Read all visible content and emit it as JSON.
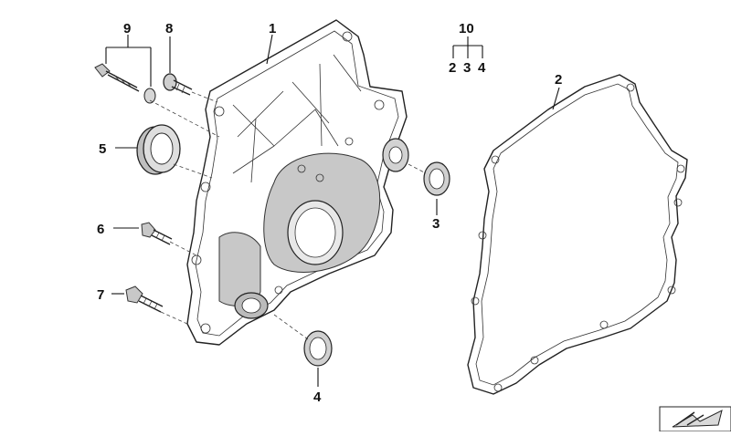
{
  "callouts": {
    "c1": "1",
    "c2a": "2",
    "c3a": "3",
    "c4a": "4",
    "c5": "5",
    "c6": "6",
    "c7": "7",
    "c8": "8",
    "c9": "9",
    "c10": "10",
    "kit_2": "2",
    "kit_3": "3",
    "kit_4": "4"
  },
  "icons": {
    "corner_badge": "catalog-arrow-icon"
  }
}
